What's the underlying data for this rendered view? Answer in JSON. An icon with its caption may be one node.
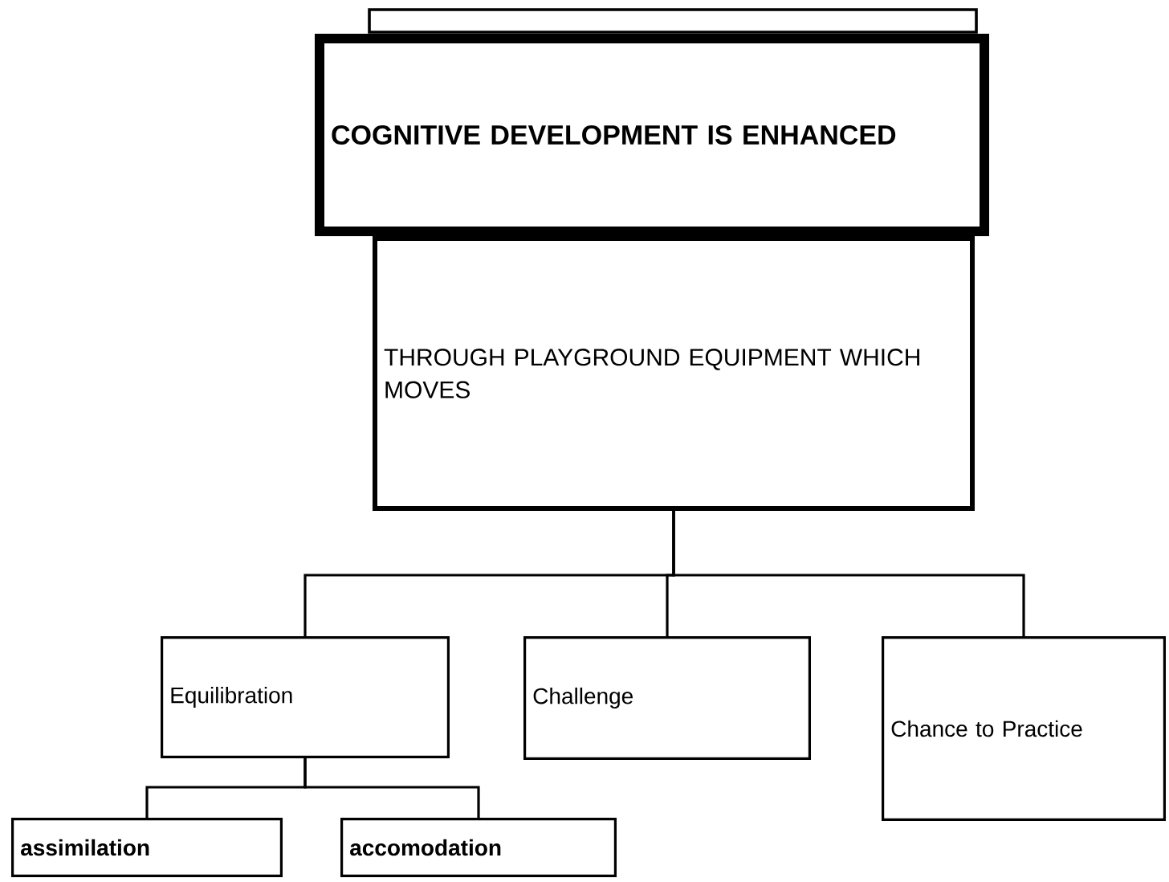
{
  "diagram": {
    "nodes": [
      {
        "text": [
          "COGNITIVE DEVELOPMENT IS ENHANCED"
        ]
      },
      {
        "text": [
          "THROUGH PLAYGROUND EQUIPMENT WHICH MOVES"
        ]
      },
      {
        "text": [
          "Equilibration"
        ]
      },
      {
        "text": [
          "Challenge"
        ]
      },
      {
        "text": [
          "Chance to Practice"
        ]
      },
      {
        "text": [
          "assimilation"
        ]
      },
      {
        "text": [
          "accomodation"
        ]
      }
    ],
    "edges": [
      {
        "from": 1,
        "to": 2,
        "arrow": "none"
      },
      {
        "from": 1,
        "to": 3,
        "arrow": "none"
      },
      {
        "from": 1,
        "to": 4,
        "arrow": "none"
      },
      {
        "from": 2,
        "to": 5,
        "arrow": "none"
      },
      {
        "from": 2,
        "to": 6,
        "arrow": "none"
      }
    ]
  }
}
